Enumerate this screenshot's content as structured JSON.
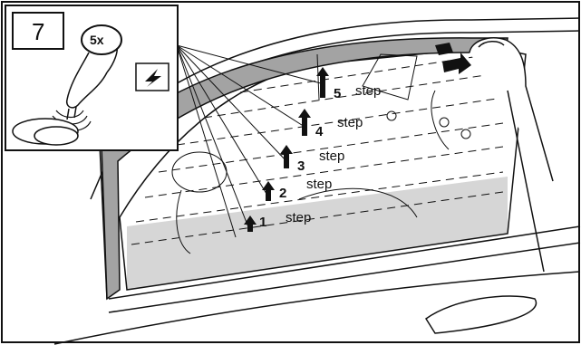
{
  "step_number": "7",
  "tap_count": "5x",
  "icon": "lightning-bolt-icon",
  "colors": {
    "line": "#111111",
    "visor": "#a3a3a3",
    "tint": "#d6d6d6",
    "background": "#ffffff"
  },
  "steps": [
    {
      "number": "1",
      "word": "step"
    },
    {
      "number": "2",
      "word": "step"
    },
    {
      "number": "3",
      "word": "step"
    },
    {
      "number": "4",
      "word": "step"
    },
    {
      "number": "5",
      "word": "step"
    }
  ]
}
